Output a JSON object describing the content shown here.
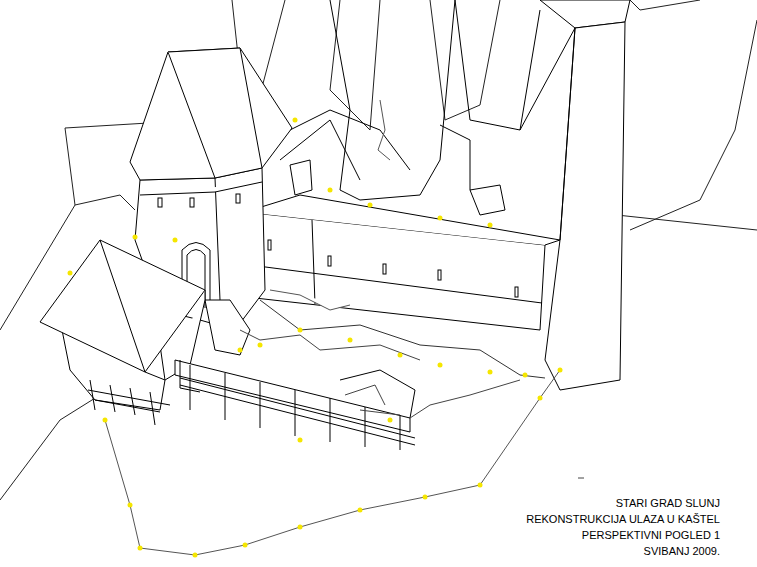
{
  "diagram": {
    "labels": [
      "STARI GRAD SLUNJ",
      "REKONSTRUKCIJA ULAZA U KAŠTEL",
      "PERSPEKTIVNI POGLED 1",
      "SVIBANJ 2009."
    ]
  }
}
